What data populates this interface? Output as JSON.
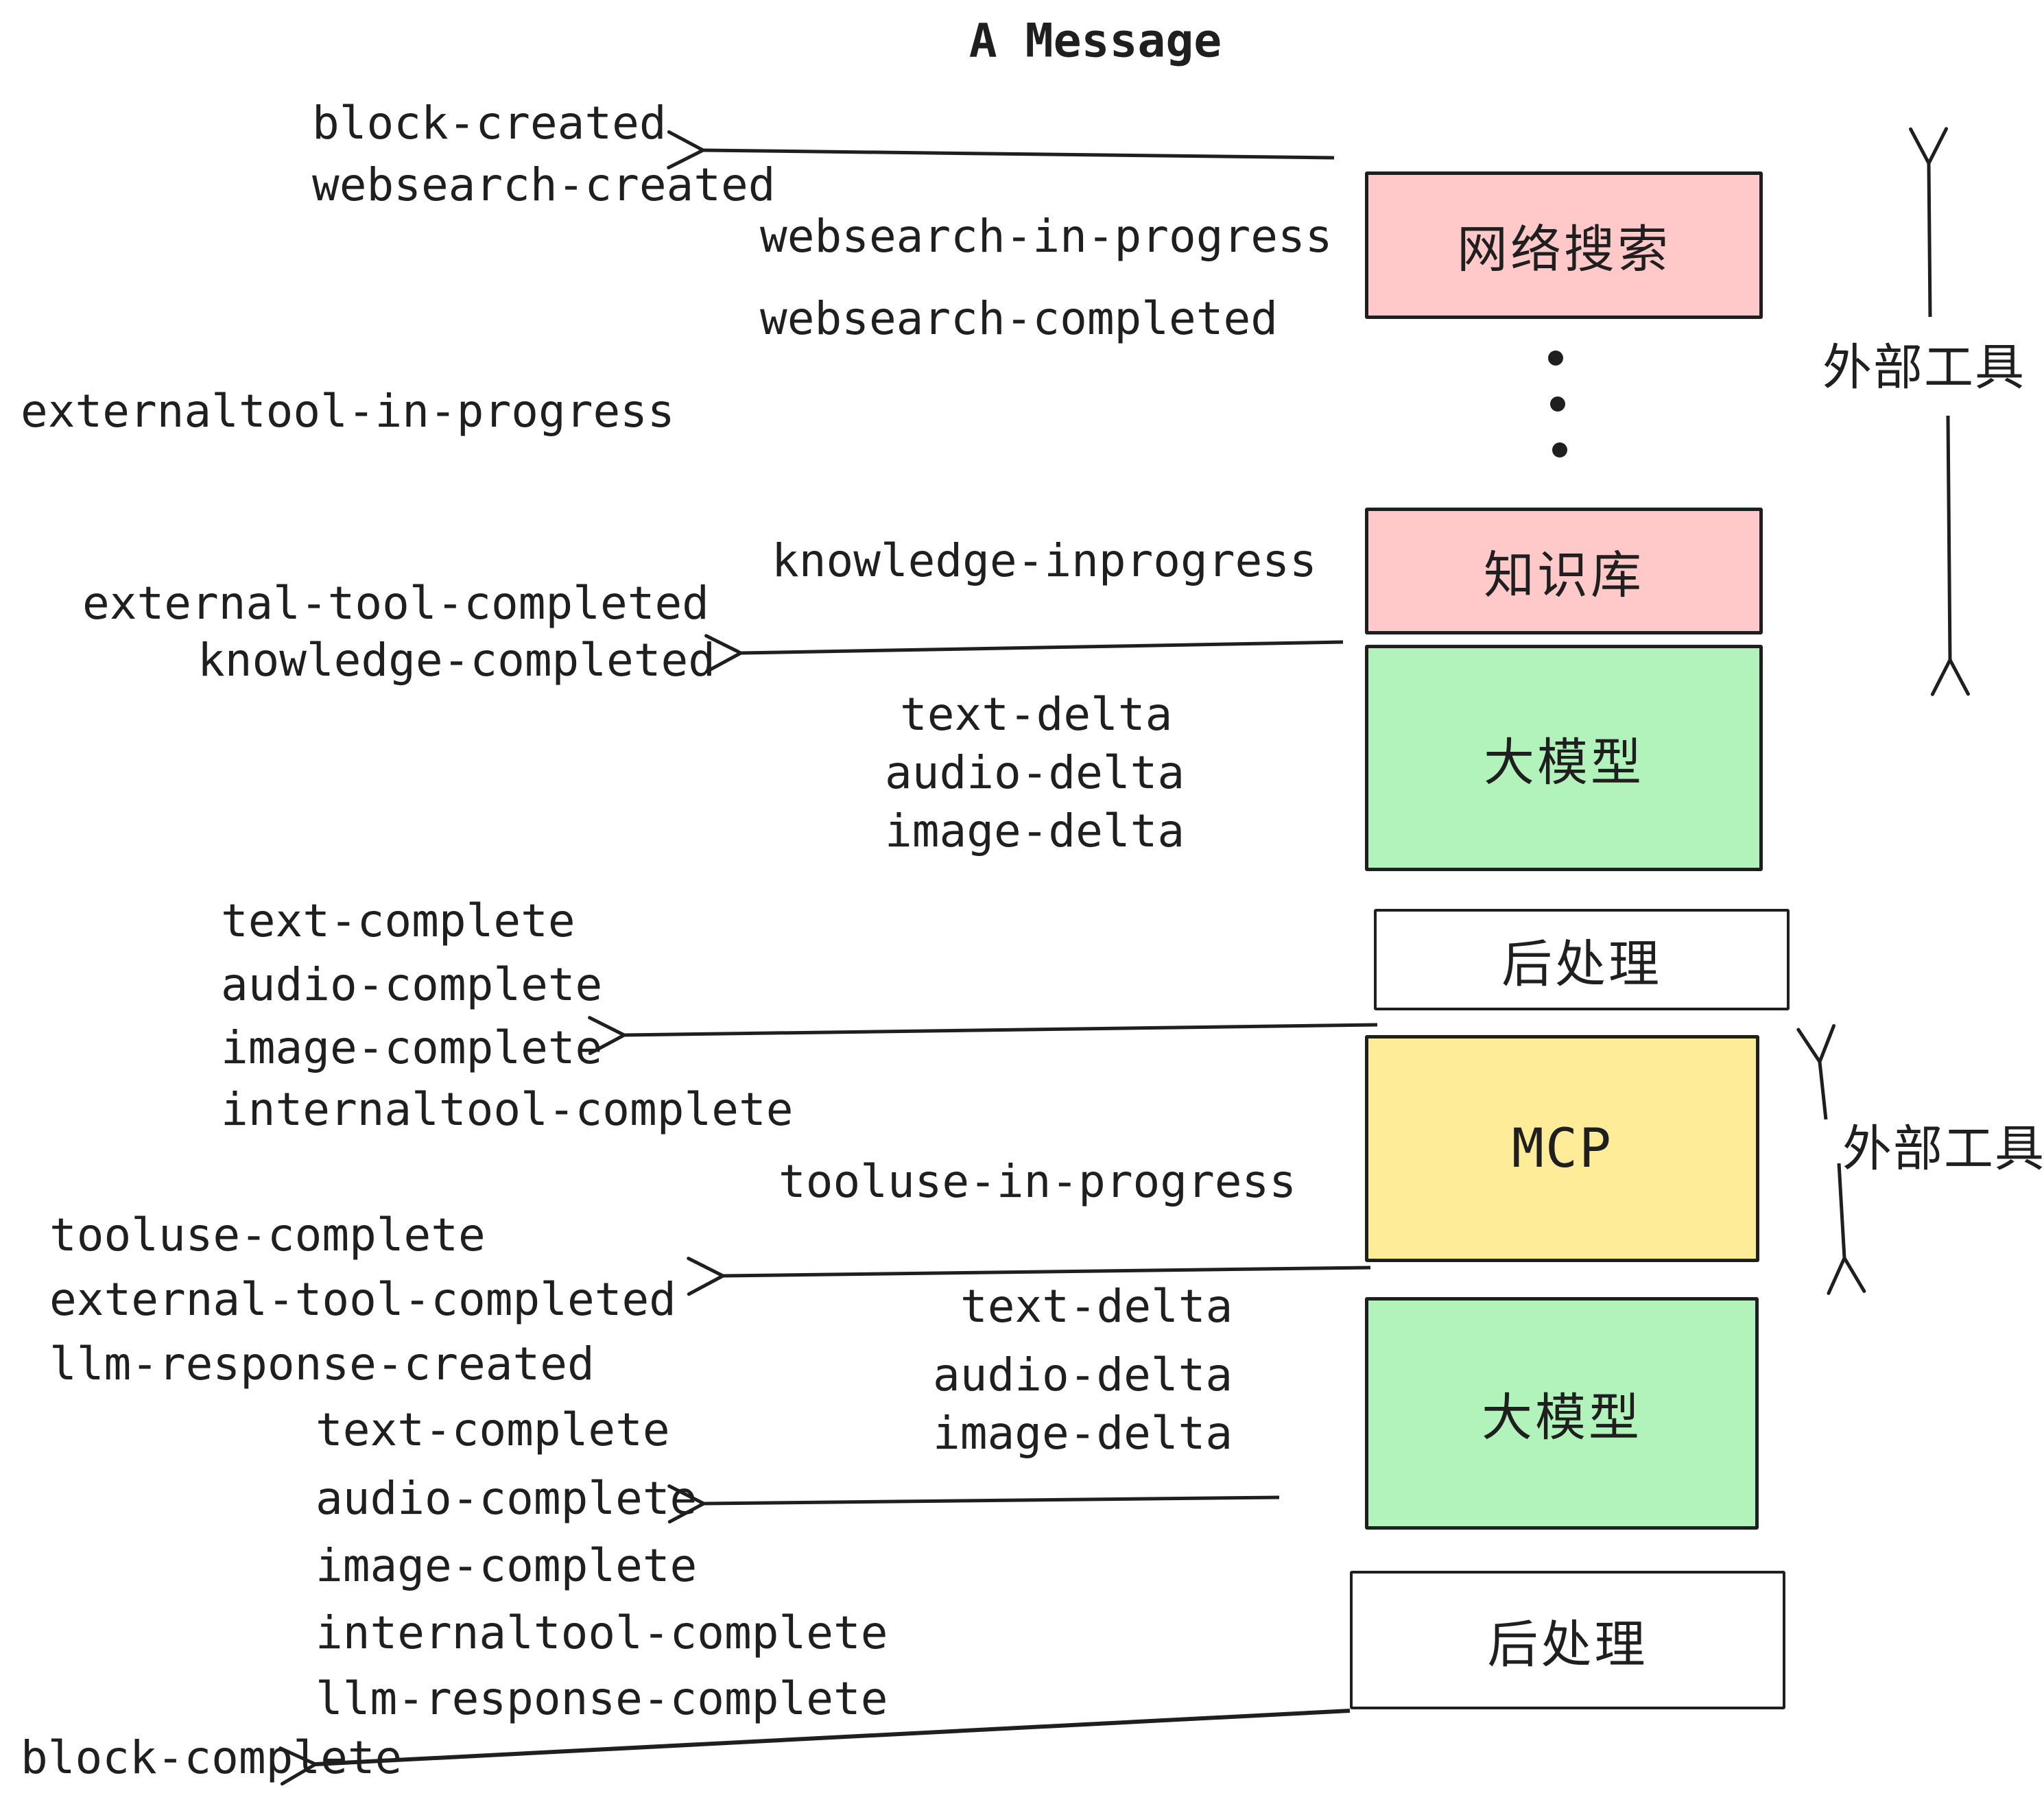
{
  "title": "A Message",
  "boxes": [
    {
      "id": "websearch",
      "label": "网络搜索"
    },
    {
      "id": "knowledge",
      "label": "知识库"
    },
    {
      "id": "llm-1",
      "label": "大模型"
    },
    {
      "id": "post-1",
      "label": "后处理"
    },
    {
      "id": "mcp",
      "label": "MCP"
    },
    {
      "id": "llm-2",
      "label": "大模型"
    },
    {
      "id": "post-2",
      "label": "后处理"
    }
  ],
  "events": [
    {
      "text": "block-created"
    },
    {
      "text": "websearch-created"
    },
    {
      "text": "websearch-in-progress"
    },
    {
      "text": "websearch-completed"
    },
    {
      "text": "externaltool-in-progress"
    },
    {
      "text": "knowledge-inprogress"
    },
    {
      "text": "external-tool-completed"
    },
    {
      "text": "knowledge-completed"
    },
    {
      "text": "text-delta"
    },
    {
      "text": "audio-delta"
    },
    {
      "text": "image-delta"
    },
    {
      "text": "text-complete"
    },
    {
      "text": "audio-complete"
    },
    {
      "text": "image-complete"
    },
    {
      "text": "internaltool-complete"
    },
    {
      "text": "tooluse-in-progress"
    },
    {
      "text": "tooluse-complete"
    },
    {
      "text": "external-tool-completed"
    },
    {
      "text": "llm-response-created"
    },
    {
      "text": "text-complete"
    },
    {
      "text": "audio-complete"
    },
    {
      "text": "image-complete"
    },
    {
      "text": "internaltool-complete"
    },
    {
      "text": "llm-response-complete"
    },
    {
      "text": "block-complete"
    }
  ],
  "side_labels": [
    {
      "text": "外部工具"
    },
    {
      "text": "外部工具"
    }
  ],
  "icons": {
    "ellipsis": "vertical-ellipsis-icon",
    "arrow": "left-arrow-icon"
  },
  "colors": {
    "ink": "#1f1f1f",
    "pink": "#ffc9c9",
    "green": "#b2f2bb",
    "yellow": "#ffec99",
    "background": "#ffffff"
  }
}
